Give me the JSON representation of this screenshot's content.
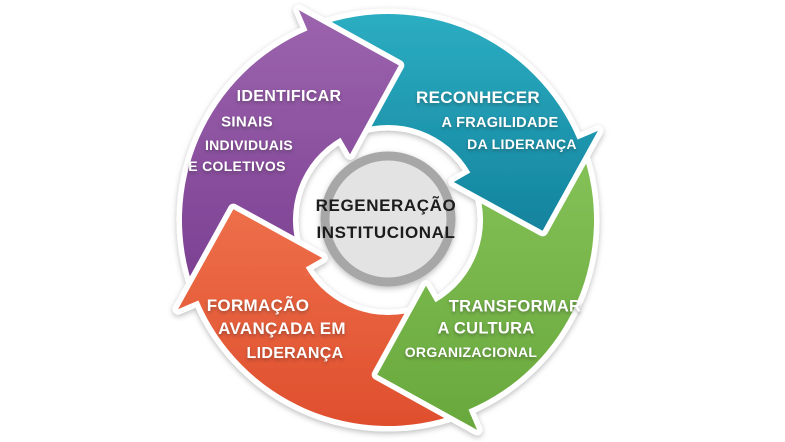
{
  "diagram": {
    "name": "ciclo-regeneracao-institucional",
    "background": "#ffffff",
    "center": {
      "lines": [
        "REGENERAÇÃO",
        "INSTITUCIONAL"
      ],
      "fill": "#e3e3e3",
      "ring": "#a7a7a7",
      "text_color": "#1c1c1c"
    },
    "label_text_color": "#ffffff",
    "steps": [
      {
        "name": "identificar",
        "color_light": "#9c64ad",
        "color_dark": "#7b3f92",
        "lines": [
          "IDENTIFICAR",
          "SINAIS",
          "INDIVIDUAIS",
          "E COLETIVOS"
        ]
      },
      {
        "name": "reconhecer",
        "color_light": "#2cadc2",
        "color_dark": "#13839d",
        "lines": [
          "RECONHECER",
          "A FRAGILIDADE",
          "DA LIDERANÇA"
        ]
      },
      {
        "name": "transformar",
        "color_light": "#85c258",
        "color_dark": "#68a83c",
        "lines": [
          "TRANSFORMAR",
          "A CULTURA",
          "ORGANIZACIONAL"
        ]
      },
      {
        "name": "formacao",
        "color_light": "#ee6f4a",
        "color_dark": "#df4f2e",
        "lines": [
          "FORMAÇÃO",
          "AVANÇADA EM",
          "LIDERANÇA"
        ]
      }
    ]
  }
}
